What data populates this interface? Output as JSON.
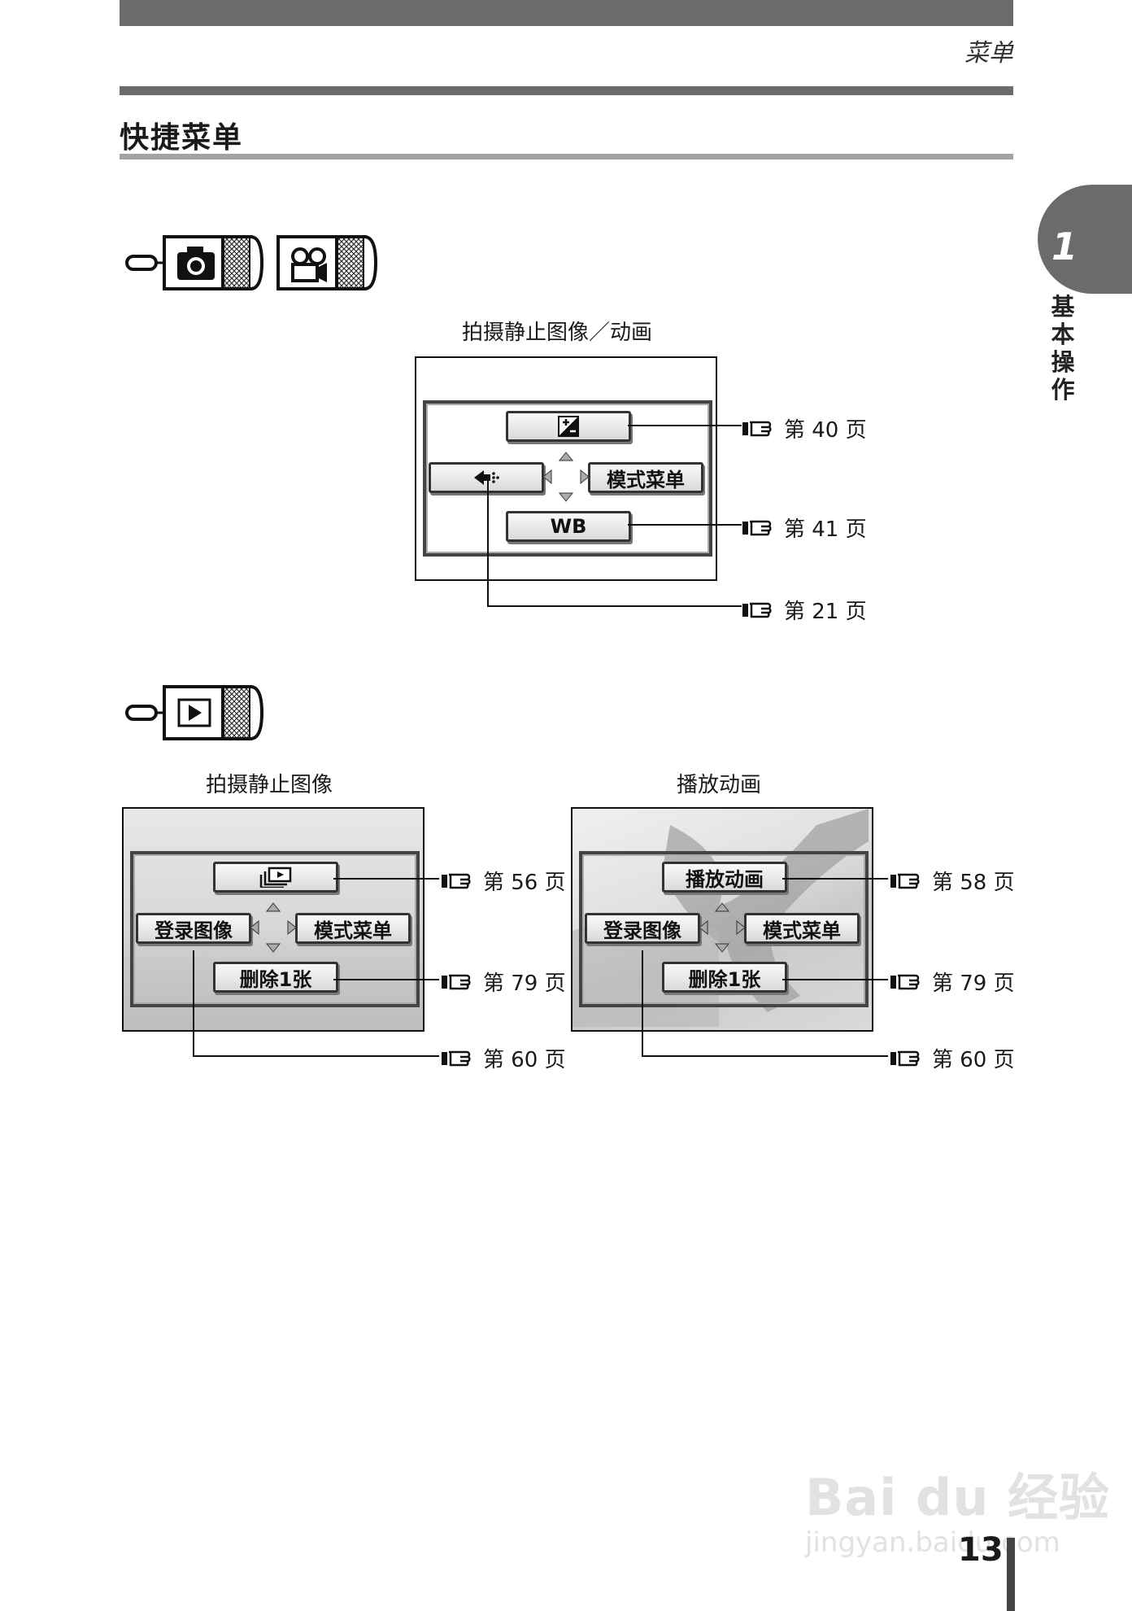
{
  "header": {
    "section": "菜单"
  },
  "title": "快捷菜单",
  "chapter_tab": {
    "number": "1",
    "label": "基本操作"
  },
  "section1": {
    "caption": "拍摄静止图像／动画",
    "buttons": {
      "top_label": "",
      "left_label": "",
      "right_label": "模式菜单",
      "bottom_label": "WB"
    },
    "refs": [
      {
        "text": "第 40 页",
        "icon": "pointing-hand-icon"
      },
      {
        "text": "第 41 页",
        "icon": "pointing-hand-icon"
      },
      {
        "text": "第 21 页",
        "icon": "pointing-hand-icon"
      }
    ]
  },
  "section2": {
    "left": {
      "caption": "拍摄静止图像",
      "buttons": {
        "top_label": "",
        "left_label": "登录图像",
        "right_label": "模式菜单",
        "bottom_label": "删除1张"
      },
      "refs": [
        "第 56 页",
        "第 79 页",
        "第 60 页"
      ]
    },
    "right": {
      "caption": "播放动画",
      "buttons": {
        "top_label": "播放动画",
        "left_label": "登录图像",
        "right_label": "模式菜单",
        "bottom_label": "删除1张"
      },
      "refs": [
        "第 58 页",
        "第 79 页",
        "第 60 页"
      ]
    }
  },
  "page_number": "13",
  "watermark": {
    "line1": "Bai du 经验",
    "line2": "jingyan.baidu.com"
  },
  "colors": {
    "bar": "#6b6b6b",
    "rule": "#a3a3a3"
  }
}
